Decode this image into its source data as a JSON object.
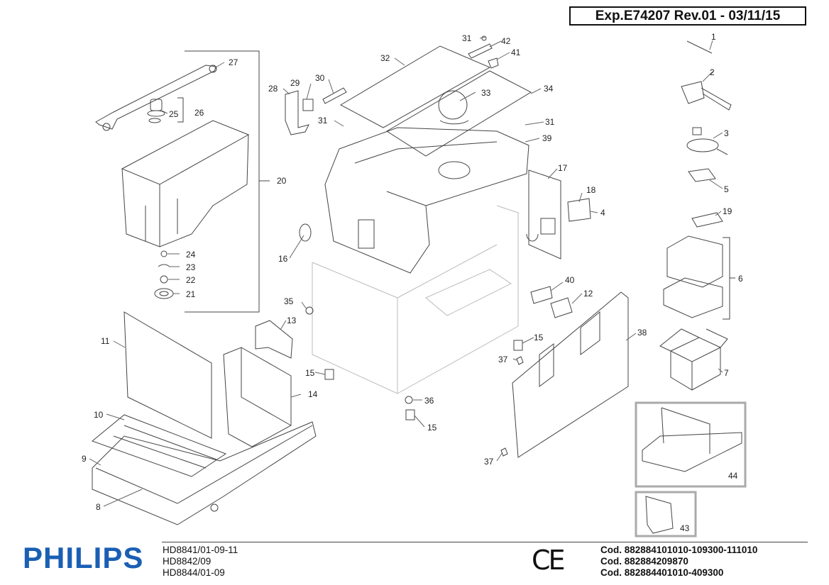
{
  "header": {
    "ref": "Exp.E74207 Rev.01 - 03/11/15"
  },
  "brand": {
    "name": "PHILIPS",
    "color": "#1a5fb4"
  },
  "certification": {
    "mark": "CE"
  },
  "models": [
    "HD8841/01-09-11",
    "HD8842/09",
    "HD8844/01-09"
  ],
  "codes": [
    "Cod. 882884101010-109300-111010",
    "Cod. 882884209870",
    "Cod. 882884401010-409300"
  ],
  "callouts": {
    "c1": "1",
    "c2": "2",
    "c3": "3",
    "c4": "4",
    "c5": "5",
    "c6": "6",
    "c7": "7",
    "c8": "8",
    "c9": "9",
    "c10": "10",
    "c11": "11",
    "c12": "12",
    "c13": "13",
    "c14": "14",
    "c15a": "15",
    "c15b": "15",
    "c15c": "15",
    "c16": "16",
    "c17": "17",
    "c18": "18",
    "c19": "19",
    "c20": "20",
    "c21": "21",
    "c22": "22",
    "c23": "23",
    "c24": "24",
    "c25": "25",
    "c26": "26",
    "c27": "27",
    "c28": "28",
    "c29": "29",
    "c30": "30",
    "c31a": "31",
    "c31b": "31",
    "c31c": "31",
    "c32": "32",
    "c33": "33",
    "c34": "34",
    "c35": "35",
    "c36": "36",
    "c37a": "37",
    "c37b": "37",
    "c38": "38",
    "c39": "39",
    "c40": "40",
    "c41": "41",
    "c42": "42",
    "c43": "43",
    "c44": "44"
  }
}
